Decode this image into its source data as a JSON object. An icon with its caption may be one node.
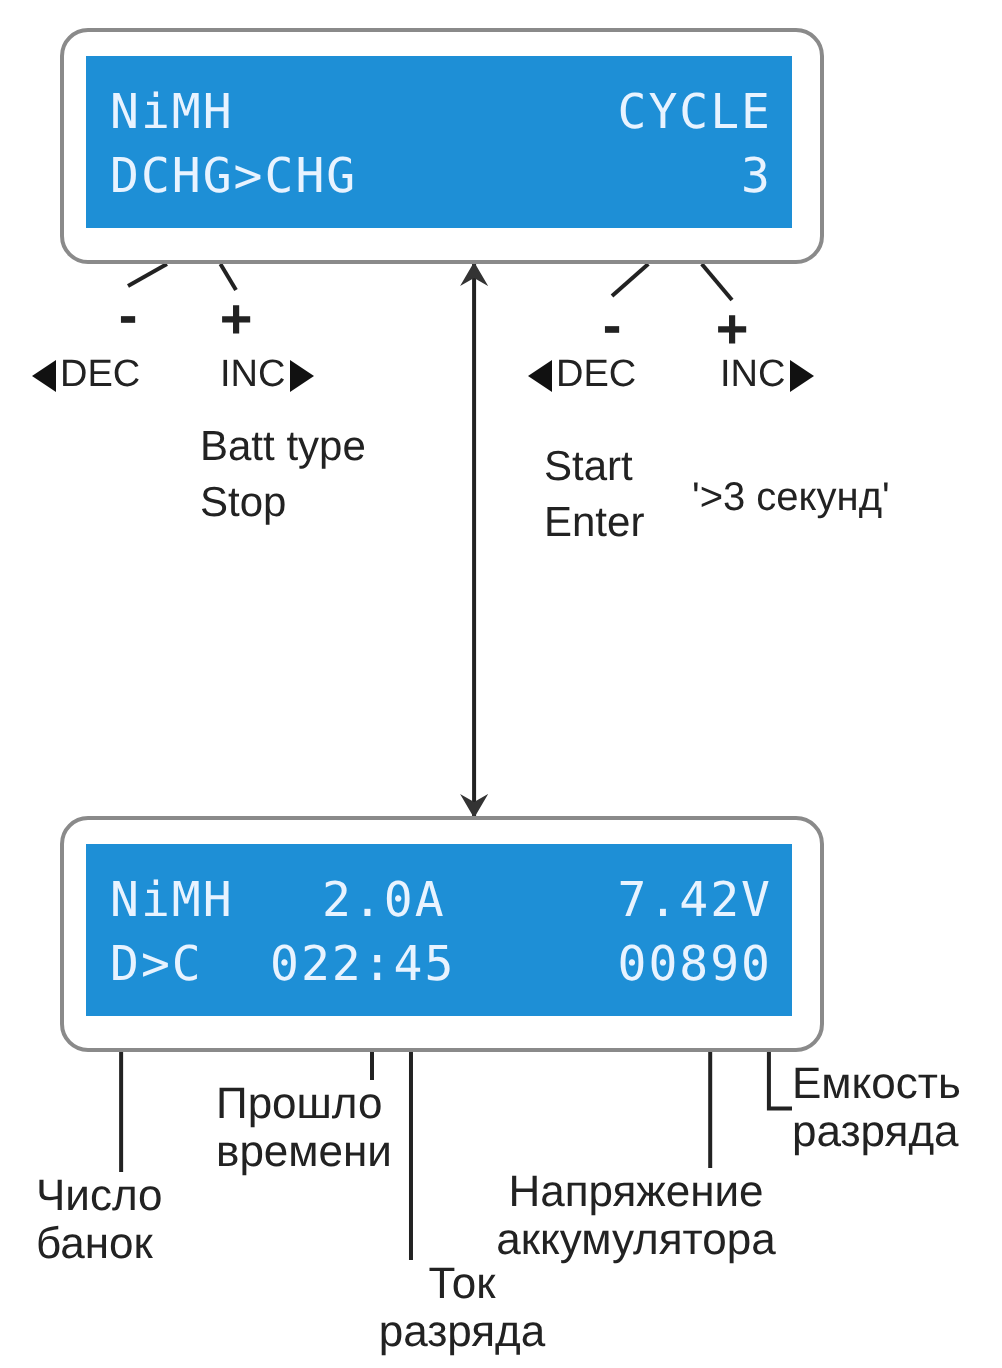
{
  "diagram": {
    "nodes": [
      {
        "text": [],
        "shape": "box"
      },
      {
        "text": [
          "NiMH"
        ],
        "in": 0
      },
      {
        "text": [
          "CYCLE"
        ],
        "in": 0
      },
      {
        "text": [
          "DCHG>CHG"
        ],
        "in": 0
      },
      {
        "text": [
          "3"
        ],
        "in": 0
      },
      {
        "text": [
          "-"
        ]
      },
      {
        "text": [
          "+"
        ]
      },
      {
        "text": [
          "-"
        ]
      },
      {
        "text": [
          "+"
        ]
      },
      {
        "text": [],
        "shape": "box"
      },
      {
        "text": [
          "NiMH"
        ],
        "in": 9
      },
      {
        "text": [
          "2.0A"
        ],
        "in": 9
      },
      {
        "text": [
          "7.42V"
        ],
        "in": 9
      },
      {
        "text": [
          "D>C"
        ],
        "in": 9
      },
      {
        "text": [
          "022:45"
        ],
        "in": 9
      },
      {
        "text": [
          "00890"
        ],
        "in": 9
      },
      {
        "text": [
          "Число банок"
        ]
      },
      {
        "text": [
          "Прошло времени"
        ]
      },
      {
        "text": [
          "Ток разряда"
        ]
      },
      {
        "text": [
          "Напряжение аккумулятора"
        ]
      },
      {
        "text": [
          "Емкость разряда"
        ]
      }
    ],
    "edges": [
      {
        "from": 5,
        "to": 0,
        "arrow": "none"
      },
      {
        "from": 6,
        "to": 0,
        "arrow": "none"
      },
      {
        "from": 7,
        "to": 0,
        "arrow": "none"
      },
      {
        "from": 8,
        "to": 0,
        "arrow": "none"
      },
      {
        "from": 0,
        "to": 9,
        "arrow": "both"
      },
      {
        "from": 16,
        "to": 13,
        "arrow": "none"
      },
      {
        "from": 17,
        "to": 14,
        "arrow": "none"
      },
      {
        "from": 18,
        "to": 11,
        "arrow": "none"
      },
      {
        "from": 19,
        "to": 15,
        "arrow": "none"
      },
      {
        "from": 20,
        "to": 12,
        "arrow": "none"
      }
    ],
    "labels": [
      "DEC",
      "INC",
      "DEC",
      "INC",
      "Batt type",
      "Stop",
      "Start",
      "Enter",
      "'>3 секунд'"
    ]
  }
}
